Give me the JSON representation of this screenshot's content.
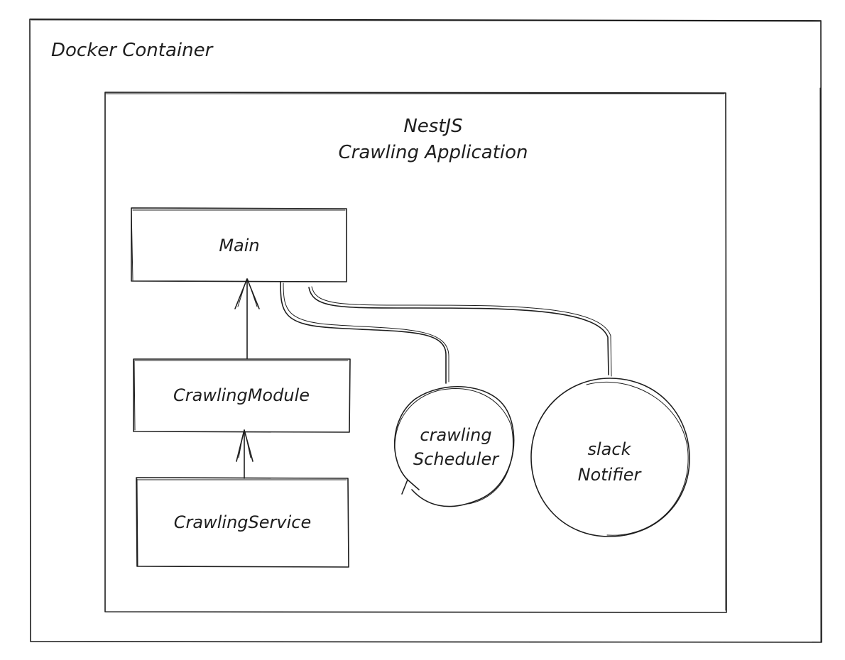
{
  "docker": {
    "label": "Docker Container"
  },
  "app": {
    "title_line1": "NestJS",
    "title_line2": "Crawling Application"
  },
  "nodes": {
    "main": "Main",
    "crawling_module": "CrawlingModule",
    "crawling_service": "CrawlingService",
    "crawling_scheduler_line1": "crawling",
    "crawling_scheduler_line2": "Scheduler",
    "slack_notifier_line1": "slack",
    "slack_notifier_line2": "Notifier"
  },
  "colors": {
    "stroke": "#1e1e1e",
    "background": "#ffffff"
  }
}
